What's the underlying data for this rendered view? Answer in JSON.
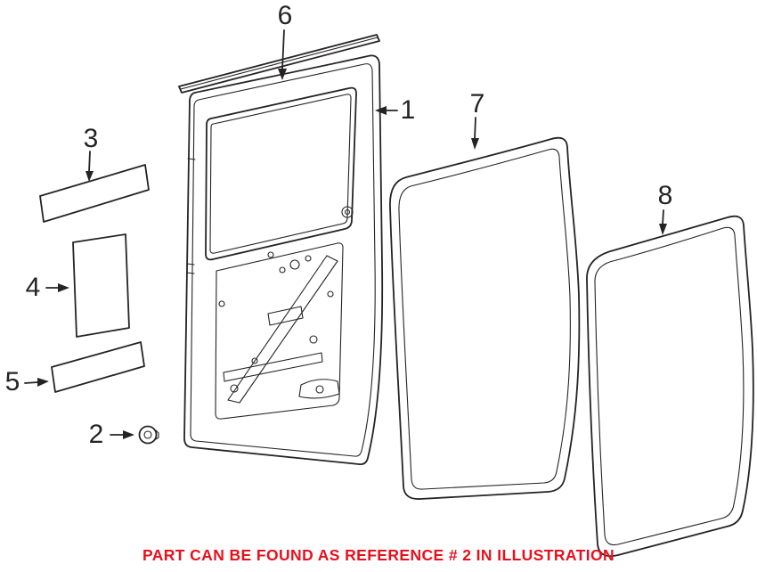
{
  "illustration": {
    "callouts": {
      "c1": "1",
      "c2": "2",
      "c3": "3",
      "c4": "4",
      "c5": "5",
      "c6": "6",
      "c7": "7",
      "c8": "8"
    },
    "note": "PART CAN BE FOUND AS REFERENCE # 2 IN ILLUSTRATION"
  },
  "colors": {
    "ink": "#262324",
    "note_red": "#e8101d",
    "background": "#ffffff"
  }
}
